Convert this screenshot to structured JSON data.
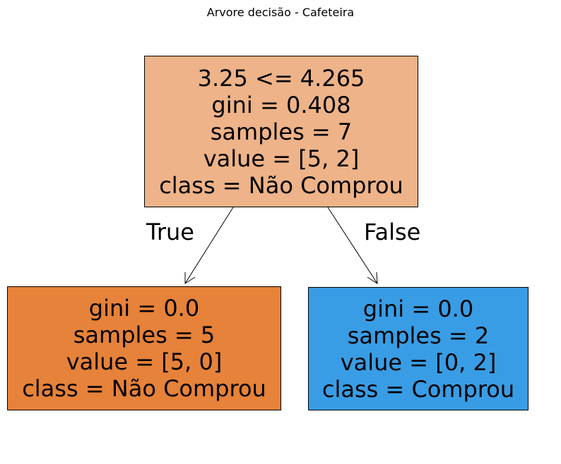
{
  "title": "Arvore decisão - Cafeteira",
  "colors": {
    "root_fill": "#eeb388",
    "left_fill": "#e6823a",
    "right_fill": "#399de5",
    "border": "#000000"
  },
  "nodes": {
    "root": {
      "lines": [
        "3.25 <= 4.265",
        "gini = 0.408",
        "samples = 7",
        "value = [5, 2]",
        "class = Não Comprou"
      ]
    },
    "left": {
      "lines": [
        "gini = 0.0",
        "samples = 5",
        "value = [5, 0]",
        "class = Não Comprou"
      ]
    },
    "right": {
      "lines": [
        "gini = 0.0",
        "samples = 2",
        "value = [0, 2]",
        "class = Comprou"
      ]
    }
  },
  "edges": {
    "true_label": "True",
    "false_label": "False"
  }
}
